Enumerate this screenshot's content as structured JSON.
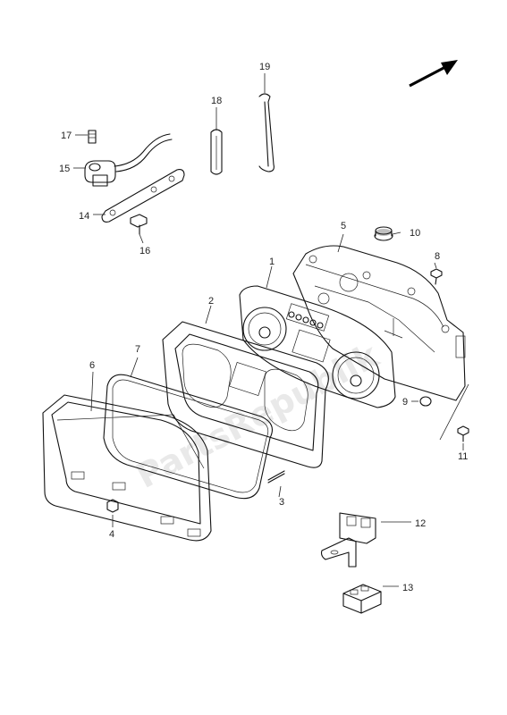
{
  "diagram": {
    "callouts": [
      "1",
      "2",
      "3",
      "4",
      "5",
      "6",
      "7",
      "8",
      "9",
      "10",
      "11",
      "12",
      "13",
      "14",
      "15",
      "16",
      "17",
      "18",
      "19"
    ],
    "watermark": "PartsRepublik"
  },
  "icons": {
    "direction": "arrow-up-right-icon"
  }
}
